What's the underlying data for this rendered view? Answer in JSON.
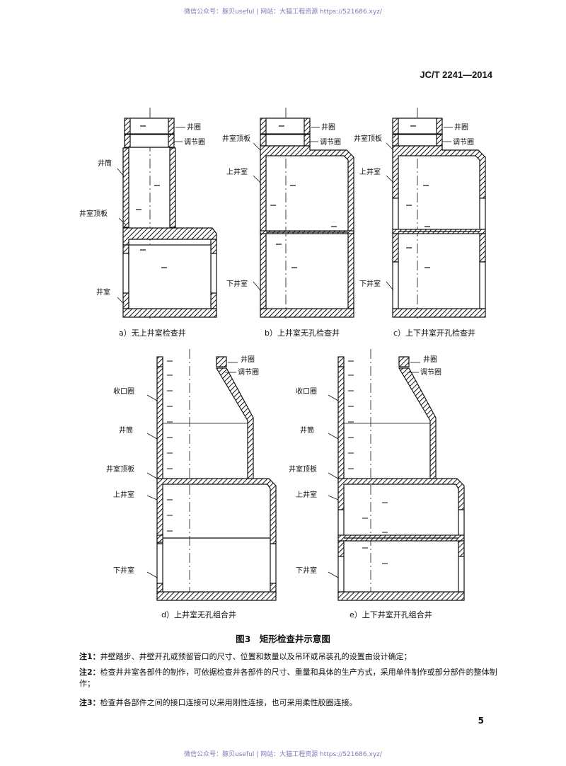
{
  "watermark": "微信公众号：豚贝useful | 网站：大猫工程资源 https://521686.xyz/",
  "standard_code": "JC/T 2241—2014",
  "labels": {
    "jingquan": "井圈",
    "tiaojiequan": "调节圈",
    "jingtong": "井筒",
    "jingshi_dingban": "井室顶板",
    "jingshi": "井室",
    "shang_jingshi": "上井室",
    "xia_jingshi": "下井室",
    "shoukouquan": "收口圈"
  },
  "captions": {
    "a": "a）无上井室检查井",
    "b": "b）上井室无孔检查井",
    "c": "c）上下井室开孔检查井",
    "d": "d）上井室无孔组合井",
    "e": "e）上下井室开孔组合井"
  },
  "figure_title": "图3　矩形检查井示意图",
  "notes": [
    {
      "tag": "注1：",
      "text": "井壁踏步、井壁开孔或预留管口的尺寸、位置和数量以及吊环或吊装孔的设置由设计确定；"
    },
    {
      "tag": "注2：",
      "text": "检查井井室各部件的制作，可依据检查井各部件的尺寸、重量和具体的生产方式，采用单件制作或部分部件的整体制作；"
    },
    {
      "tag": "注3：",
      "text": "检查井各部件之间的接口连接可以采用刚性连接，也可采用柔性胶圈连接。"
    }
  ],
  "page_number": "5"
}
